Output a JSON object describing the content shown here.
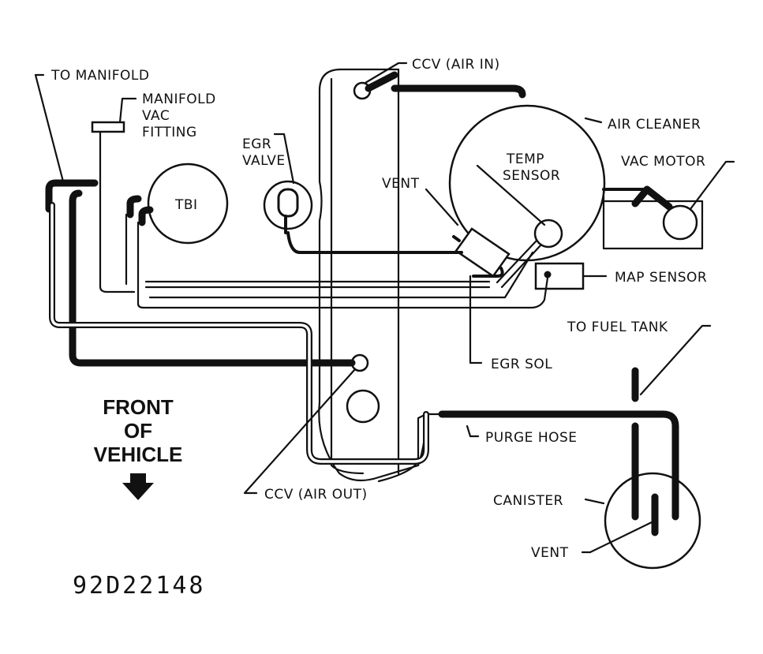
{
  "labels": {
    "to_manifold": "TO MANIFOLD",
    "manifold_vac_fitting": [
      "MANIFOLD",
      "VAC",
      "FITTING"
    ],
    "egr_valve": [
      "EGR",
      "VALVE"
    ],
    "tbi": "TBI",
    "ccv_air_in": "CCV (AIR IN)",
    "air_cleaner": "AIR CLEANER",
    "temp_sensor": [
      "TEMP",
      "SENSOR"
    ],
    "vac_motor": "VAC  MOTOR",
    "vent_top": "VENT",
    "map_sensor": "MAP SENSOR",
    "to_fuel_tank": "TO FUEL TANK",
    "egr_sol": "EGR SOL",
    "purge_hose": "PURGE HOSE",
    "ccv_air_out": "CCV (AIR OUT)",
    "canister": "CANISTER",
    "vent_bottom": "VENT",
    "front_of_vehicle": [
      "FRONT",
      "OF",
      "VEHICLE"
    ],
    "figure_code": "92D22148"
  },
  "icons": {
    "front_arrow": "down-arrow-icon"
  }
}
